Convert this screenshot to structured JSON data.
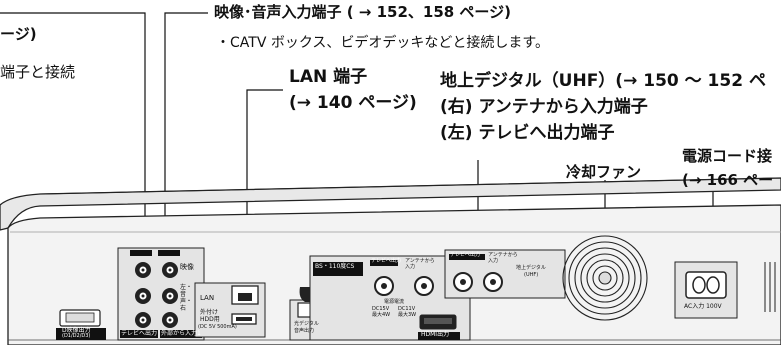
{
  "callouts": {
    "top_left_frag": "ージ)",
    "left_desc_frag": "端子と接続",
    "av_input_title": "映像･音声入力端子 ( → 152、158 ページ)",
    "av_input_desc": "・CATV ボックス、ビデオデッキなどと接続します。",
    "lan_title": "LAN 端子",
    "lan_pages": "(→ 140 ページ)",
    "uhf_title": "地上デジタル（UHF）(→ 150 ～ 152 ペ",
    "uhf_right": "(右) アンテナから入力端子",
    "uhf_left": "(左) テレビへ出力端子",
    "fan": "冷却ファン",
    "power_title": "電源コード接",
    "power_pages": "(→ 166 ペー"
  },
  "panel_labels": {
    "video": "映像",
    "audio_lr": "左・音声・右",
    "tv_out": "テレビへ出力",
    "external_in": "外部から入力1",
    "d_video_out": "D映像出力",
    "d_video_sub": "(D1/D2/D3)",
    "lan": "LAN",
    "ext_hdd": "外付け",
    "ext_hdd2": "HDD用",
    "ext_hdd_spec": "(DC 5V 500mA)",
    "optical": "光デジタル",
    "optical2": "音声出力",
    "bs_cs": "BS・110度CS",
    "ant_in": "アンテナから",
    "ant_in2": "入力",
    "tv_out2": "テレビへ出力",
    "power_supply": "電源電流",
    "power_spec1": "DC15V",
    "power_spec2": "最大4W",
    "power_spec3": "DC11V",
    "power_spec4": "最大3W",
    "hdmi": "HDMI出力",
    "ter_tv_out": "テレビへ出力",
    "ter_ant_in": "アンテナから",
    "ter_ant_in2": "入力",
    "ter_digital": "地上デジタル",
    "ter_uhf": "(UHF)",
    "ac_in": "AC入力 100V"
  }
}
